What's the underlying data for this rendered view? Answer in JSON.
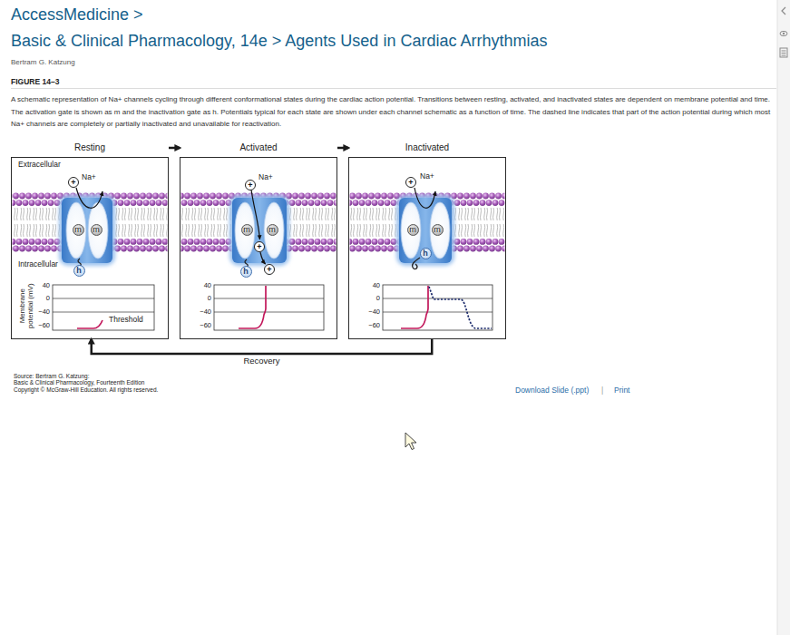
{
  "diagram": {
    "title": "Basic & Clinical Pharmacology, 14e > Agents Used in Cardiac Arrhythmias",
    "caption": "A schematic representation of Na+ channels cycling through different conformational states during the cardiac action potential. Transitions between resting, activated, and inactivated states are dependent on membrane potential and time. The activation gate is shown as m and the inactivation gate as h. Potentials typical for each state are shown under each channel schematic as a function of time. The dashed line indicates that part of the action potential during which most Na+ channels are completely or partially inactivated and unavailable for reactivation.",
    "nodes": [
      {
        "text": [
          "Resting",
          "Extracellular",
          "Na+",
          "Intracellular",
          "Membrane potential (mV)",
          "40",
          "0",
          "−40",
          "−60",
          "Threshold"
        ]
      },
      {
        "text": [
          "Activated",
          "Na+",
          "40",
          "0",
          "−40",
          "−60"
        ]
      },
      {
        "text": [
          "Inactivated",
          "Na+",
          "40",
          "0",
          "−40",
          "−60"
        ]
      },
      {
        "text": [
          "+"
        ],
        "in": 0
      },
      {
        "text": [
          "m"
        ],
        "in": 0
      },
      {
        "text": [
          "m"
        ],
        "in": 0
      },
      {
        "text": [
          "h"
        ],
        "in": 0
      },
      {
        "text": [
          "+"
        ],
        "in": 1
      },
      {
        "text": [
          "m"
        ],
        "in": 1
      },
      {
        "text": [
          "m"
        ],
        "in": 1
      },
      {
        "text": [
          "+"
        ],
        "in": 1
      },
      {
        "text": [
          "h"
        ],
        "in": 1
      },
      {
        "text": [
          "+"
        ],
        "in": 1
      },
      {
        "text": [
          "+"
        ],
        "in": 2
      },
      {
        "text": [
          "m"
        ],
        "in": 2
      },
      {
        "text": [
          "m"
        ],
        "in": 2
      },
      {
        "text": [
          "h"
        ],
        "in": 2
      }
    ],
    "edges": [
      {
        "from": 0,
        "to": 1,
        "arrow": "to"
      },
      {
        "from": 1,
        "to": 2,
        "arrow": "to"
      },
      {
        "from": 2,
        "to": 0,
        "label": "Recovery",
        "arrow": "to"
      }
    ],
    "labels": [
      "AccessMedicine >",
      "Bertram G. Katzung",
      "FIGURE 14–3",
      "Source: Bertram G. Katzung:",
      "Basic & Clinical Pharmacology, Fourteenth Edition",
      "Copyright © McGraw-Hill Education. All rights reserved.",
      "Download Slide (.ppt)",
      "|",
      "Print"
    ]
  }
}
